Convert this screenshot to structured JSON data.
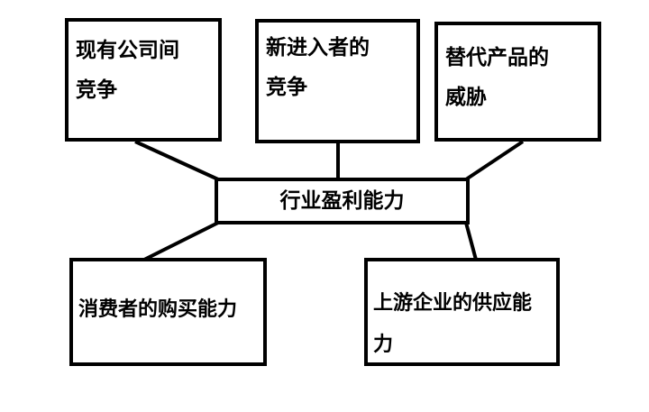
{
  "diagram": {
    "center": "行业盈利能力",
    "nodes": {
      "existing_competition": [
        "现有公司间",
        "竞争"
      ],
      "new_entrants": [
        "新进入者的",
        "竞争"
      ],
      "substitutes": [
        "替代产品的",
        "威胁"
      ],
      "buyer_power": [
        "消费者的购买能力"
      ],
      "supplier_power": [
        "上游企业的供应能",
        "力"
      ]
    },
    "colors": {
      "stroke": "#000000",
      "background": "#ffffff",
      "text": "#000000"
    }
  }
}
